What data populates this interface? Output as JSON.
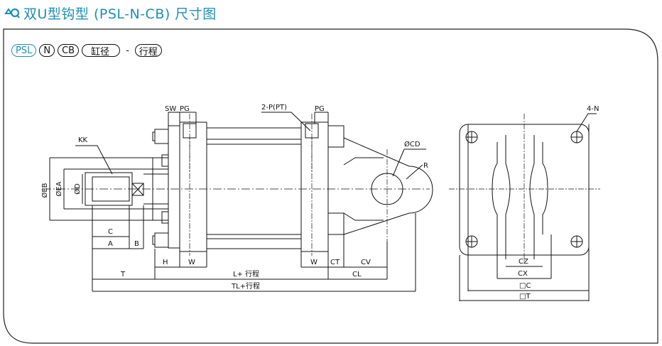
{
  "header": {
    "title": "双U型钩型 (PSL-N-CB) 尺寸图",
    "icon": "cylinder-icon",
    "accent_color": "#1c8fb8"
  },
  "part_code": {
    "series": "PSL",
    "type": "N",
    "mount": "CB",
    "bore": "缸径",
    "separator": "-",
    "stroke": "行程"
  },
  "dimensions": {
    "kk": "KK",
    "sw": "SW",
    "pg_left": "PG",
    "port": "2-P(PT)",
    "pg_right": "PG",
    "cd": "ØCD",
    "r": "R",
    "eb": "ØEB",
    "ea": "ØEA",
    "d": "ØD",
    "c": "C",
    "a": "A",
    "b": "B",
    "h": "H",
    "w_left": "W",
    "w_right": "W",
    "ct": "CT",
    "cv": "CV",
    "t": "T",
    "l_stroke": "L+ 行程",
    "cl": "CL",
    "tl_stroke": "TL+行程",
    "n": "4-N",
    "cz": "CZ",
    "cx": "CX",
    "sq_c": "□C",
    "sq_t": "□T"
  }
}
